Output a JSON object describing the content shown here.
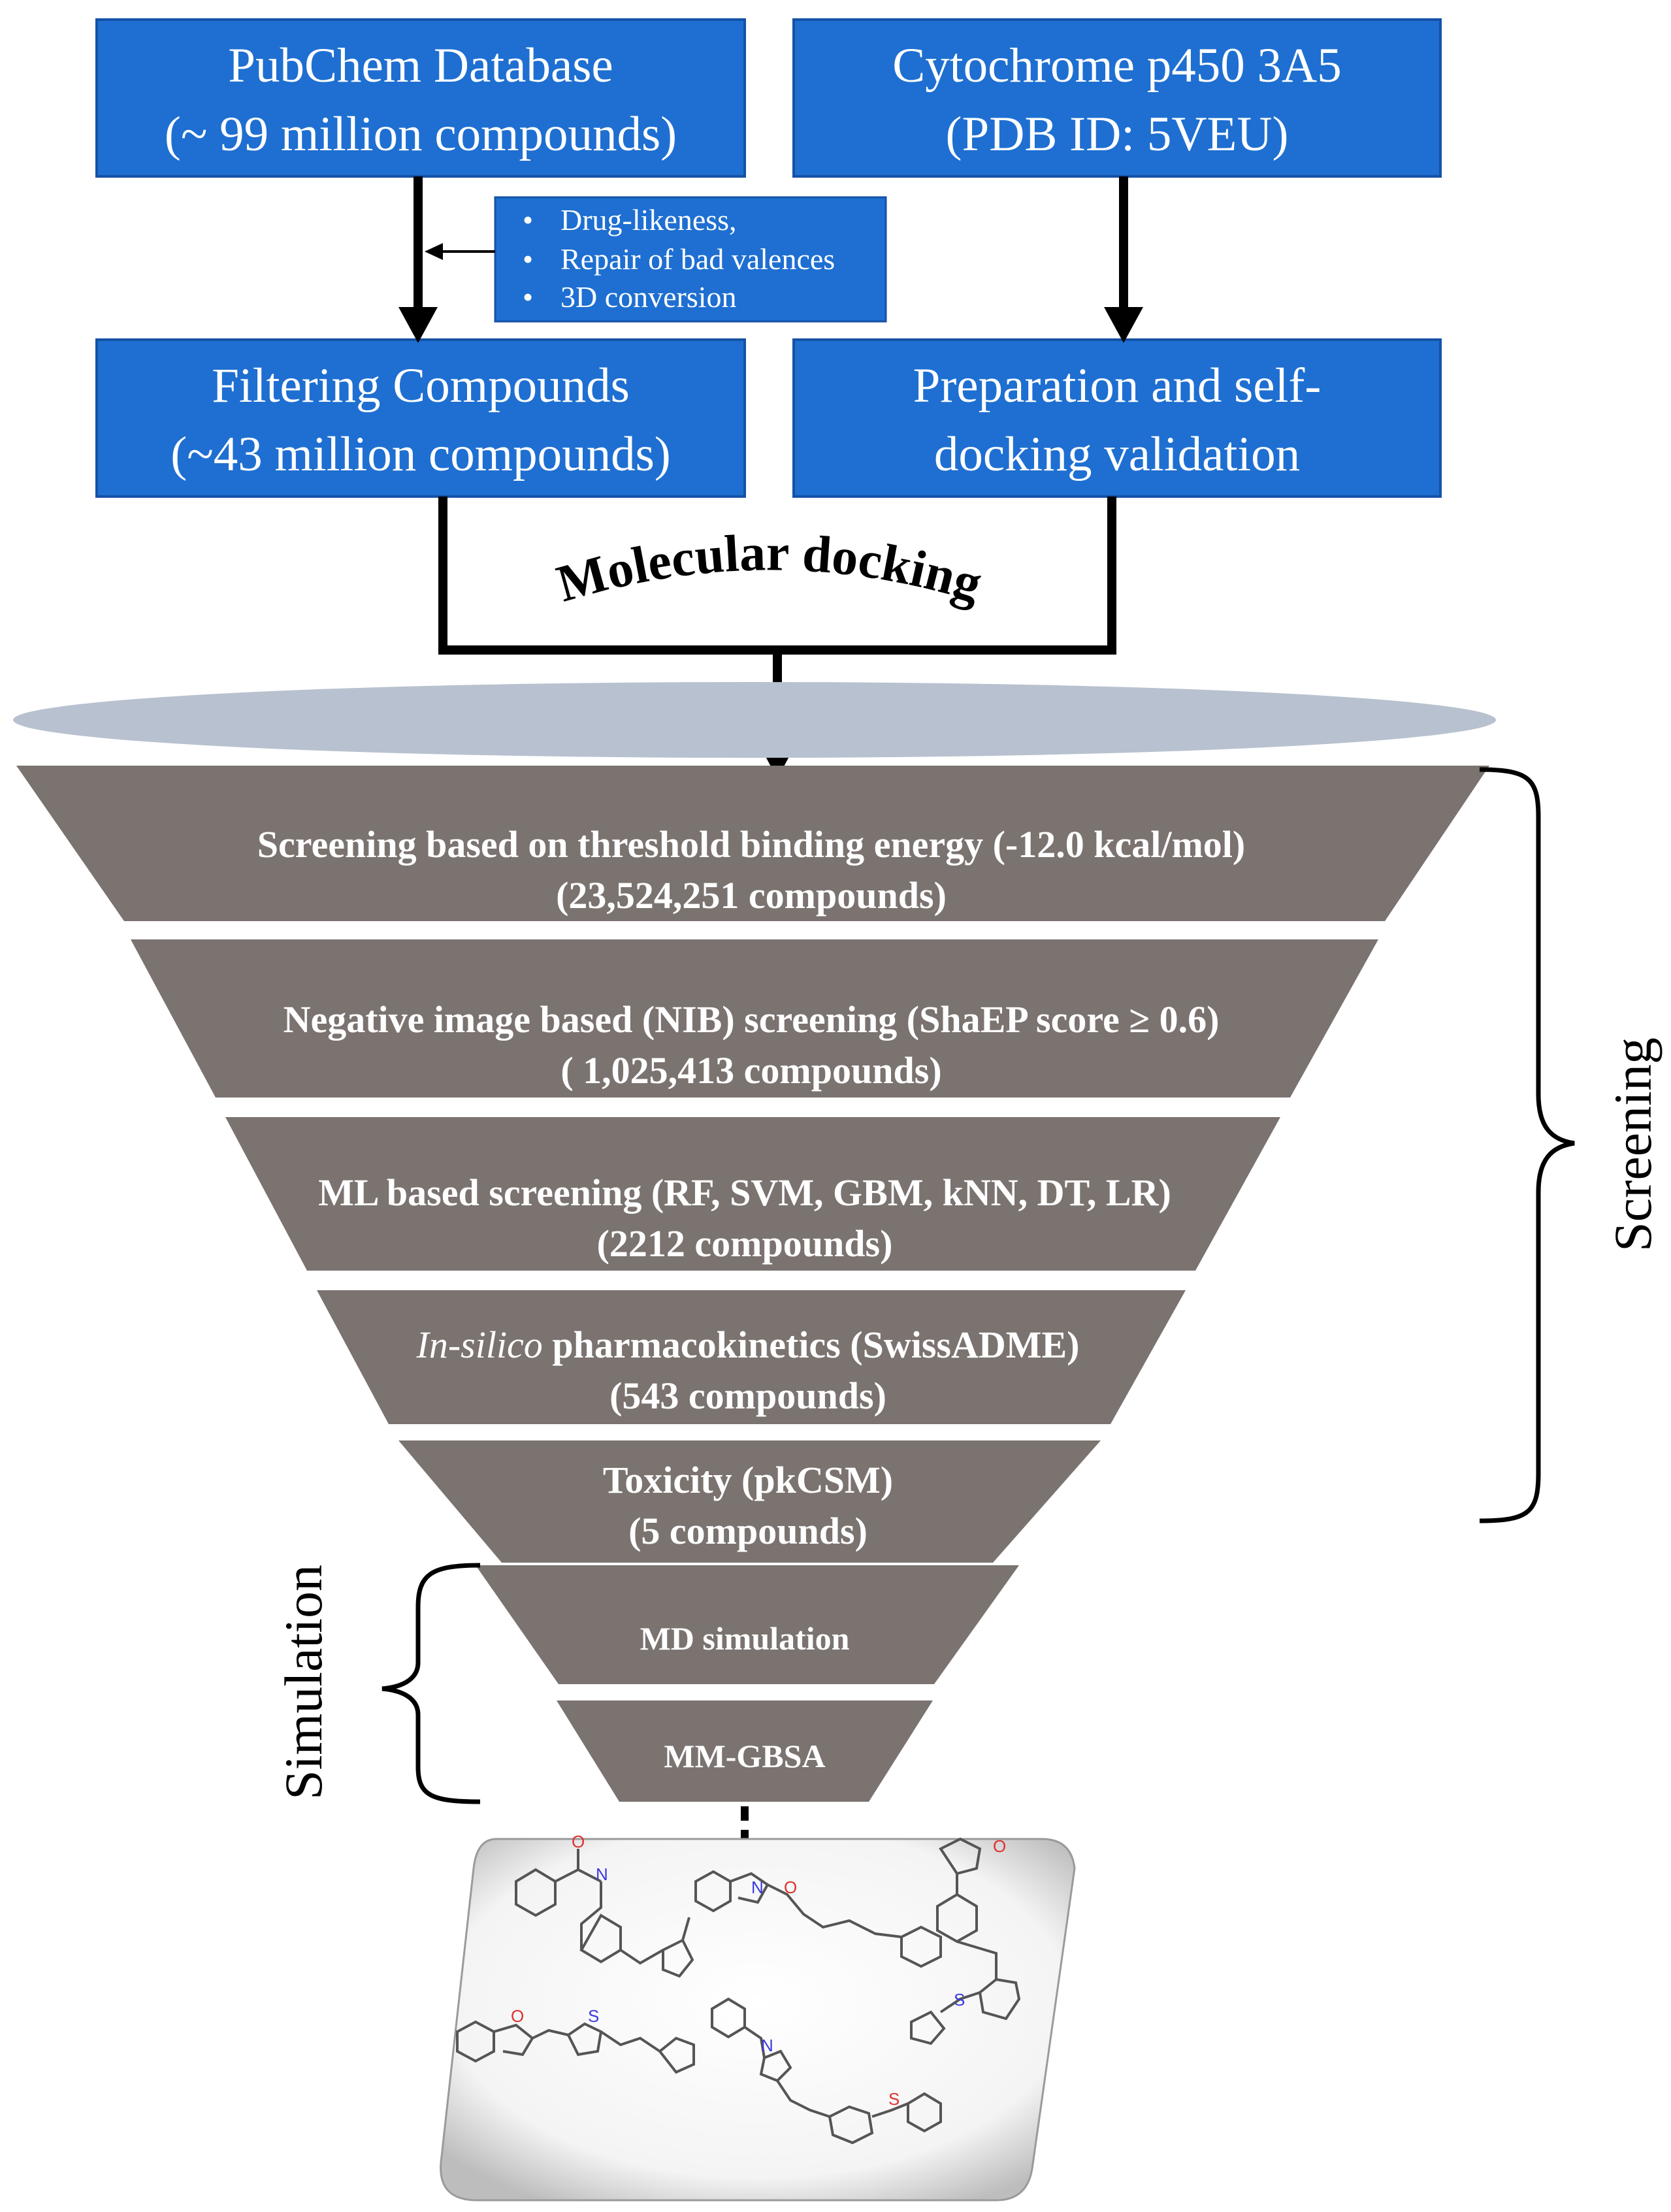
{
  "boxes": {
    "pubchem": {
      "line1": "PubChem Database",
      "line2": "(~ 99 million compounds)"
    },
    "cyp": {
      "line1": "Cytochrome p450 3A5",
      "line2": "(PDB ID: 5VEU)"
    },
    "filtering": {
      "line1": "Filtering Compounds",
      "line2": "(~43 million compounds)"
    },
    "preparation": {
      "line1": "Preparation and self-",
      "line2": "docking validation"
    }
  },
  "filter_steps": [
    "Drug-likeness,",
    "Repair of bad valences",
    "3D conversion"
  ],
  "docking_label": "Molecular docking",
  "funnel": [
    {
      "line1": "Screening based on threshold binding energy (-12.0 kcal/mol)",
      "line2": "(23,524,251 compounds)"
    },
    {
      "line1": "Negative image based (NIB) screening (ShaEP score ≥ 0.6)",
      "line2": "( 1,025,413 compounds)"
    },
    {
      "line1": "ML based screening (RF, SVM, GBM, kNN, DT, LR)",
      "line2": "(2212 compounds)"
    },
    {
      "line1_italic": "In-silico",
      "line1_rest": " pharmacokinetics (SwissADME)",
      "line2": "(543 compounds)"
    },
    {
      "line1": "Toxicity (pkCSM)",
      "line2": "(5 compounds)"
    },
    {
      "line1": "MD simulation"
    },
    {
      "line1": "MM-GBSA"
    }
  ],
  "brackets": {
    "screening": "Screening",
    "simulation": "Simulation"
  },
  "colors": {
    "box_blue": "#1e6fd1",
    "funnel_gray": "#7b7370",
    "funnel_top": "#b8c1cf"
  }
}
